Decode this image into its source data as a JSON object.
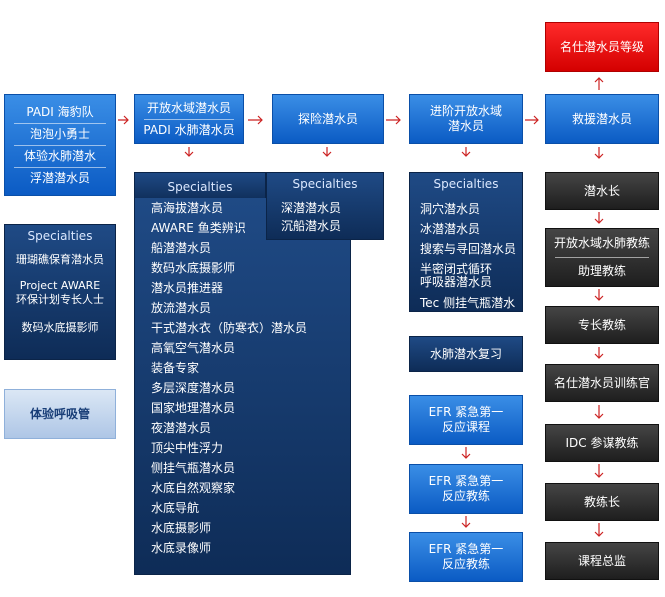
{
  "row1": {
    "padi_group": [
      "PADI 海豹队",
      "泡泡小勇士",
      "体验水肺潜水",
      "浮潜潜水员"
    ],
    "open_water": [
      "开放水域潜水员",
      "PADI 水肺潜水员"
    ],
    "adventure": "探险潜水员",
    "advanced": [
      "进阶开放水域",
      "潜水员"
    ],
    "rescue": "救援潜水员"
  },
  "master_scuba": "名仕潜水员等级",
  "pro_track": [
    "潜水长",
    "开放水域水肺教练",
    "助理教练",
    "专长教练",
    "名仕潜水员训练官",
    "IDC 参谋教练",
    "教练长",
    "课程总监"
  ],
  "specialties_label": "Specialties",
  "spec_left": [
    "珊瑚礁保育潜水员",
    "Project AWARE",
    "环保计划专长人士",
    "数码水底摄影师"
  ],
  "snorkel": "体验呼吸管",
  "spec_open_water": [
    "高海拔潜水员",
    "AWARE 鱼类辨识",
    "船潜潜水员",
    "数码水底摄影师",
    "潜水员推进器",
    "放流潜水员",
    "干式潜水衣（防寒衣）潜水员",
    "高氧空气潜水员",
    "装备专家",
    "多层深度潜水员",
    "国家地理潜水员",
    "夜潜潜水员",
    "顶尖中性浮力",
    "侧挂气瓶潜水员",
    "水底自然观察家",
    "水底导航",
    "水底摄影师",
    "水底录像师"
  ],
  "spec_adventure": [
    "深潜潜水员",
    "沉船潜水员"
  ],
  "spec_advanced": [
    "洞穴潜水员",
    "冰潜潜水员",
    "搜索与寻回潜水员",
    "半密闭式循环",
    "呼吸器潜水员",
    "Tec 侧挂气瓶潜水员"
  ],
  "scuba_review": "水肺潜水复习",
  "efr": [
    [
      "EFR 紧急第一",
      "反应课程"
    ],
    [
      "EFR 紧急第一",
      "反应教练"
    ],
    [
      "EFR 紧急第一",
      "反应教练"
    ]
  ],
  "colors": {
    "blue": "#0b5bc4",
    "navy": "#0e2c57",
    "dark": "#1e1e1e",
    "red": "#e00000",
    "arrow": "#cc2222"
  }
}
